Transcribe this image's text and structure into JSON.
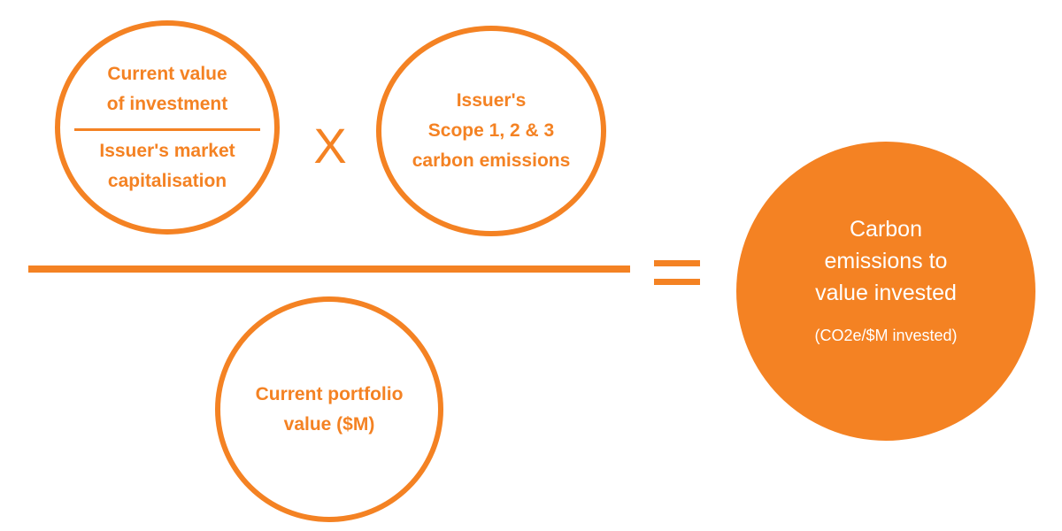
{
  "numerator": {
    "investment_fraction": {
      "top": "Current value\nof investment",
      "bottom": "Issuer's market\ncapitalisation"
    },
    "multiply_symbol": "X",
    "emissions": "Issuer's\nScope 1, 2 & 3\ncarbon emissions"
  },
  "denominator": {
    "portfolio": "Current portfolio\nvalue ($M)"
  },
  "result": {
    "title": "Carbon\nemissions to\nvalue invested",
    "unit": "(CO2e/$M invested)"
  },
  "colors": {
    "accent": "#f48223",
    "background": "#ffffff",
    "result_text": "#ffffff"
  }
}
